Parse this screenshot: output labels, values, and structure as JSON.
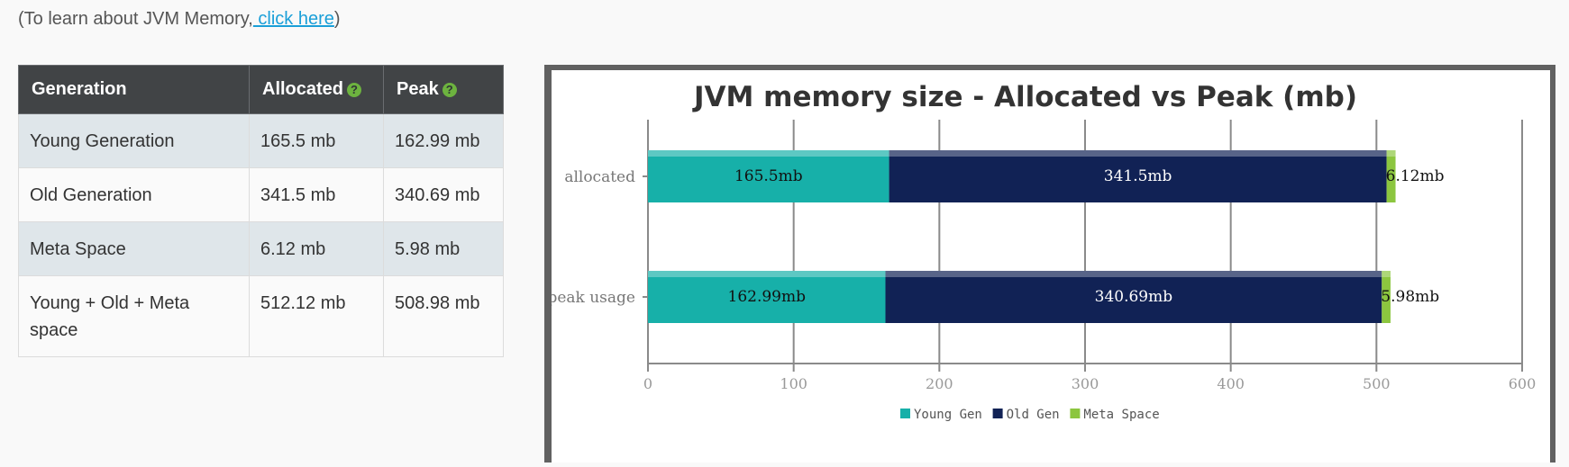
{
  "intro": {
    "prefix": "(To learn about JVM Memory,",
    "link": " click here",
    "suffix": ")"
  },
  "table": {
    "headers": [
      "Generation",
      "Allocated",
      "Peak"
    ],
    "help_icon": "?",
    "rows": [
      [
        "Young Generation",
        "165.5 mb",
        "162.99 mb"
      ],
      [
        "Old Generation",
        "341.5 mb",
        "340.69 mb"
      ],
      [
        "Meta Space",
        "6.12 mb",
        "5.98 mb"
      ],
      [
        "Young + Old + Meta space",
        "512.12 mb",
        "508.98 mb"
      ]
    ]
  },
  "chart_data": {
    "type": "bar",
    "orientation": "horizontal",
    "stacked": true,
    "title": "JVM memory size - Allocated vs Peak (mb)",
    "categories": [
      "allocated",
      "peak usage"
    ],
    "series": [
      {
        "name": "Young Gen",
        "values": [
          165.5,
          162.99
        ],
        "labels": [
          "165.5mb",
          "162.99mb"
        ],
        "color": "#17b0a9"
      },
      {
        "name": "Old Gen",
        "values": [
          341.5,
          340.69
        ],
        "labels": [
          "341.5mb",
          "340.69mb"
        ],
        "color": "#112255"
      },
      {
        "name": "Meta Space",
        "values": [
          6.12,
          5.98
        ],
        "labels": [
          "6.12mb",
          "5.98mb"
        ],
        "color": "#8cc63f"
      }
    ],
    "xlim": [
      0,
      600
    ],
    "xticks": [
      0,
      100,
      200,
      300,
      400,
      500,
      600
    ],
    "grid": true,
    "legend": "bottom"
  }
}
